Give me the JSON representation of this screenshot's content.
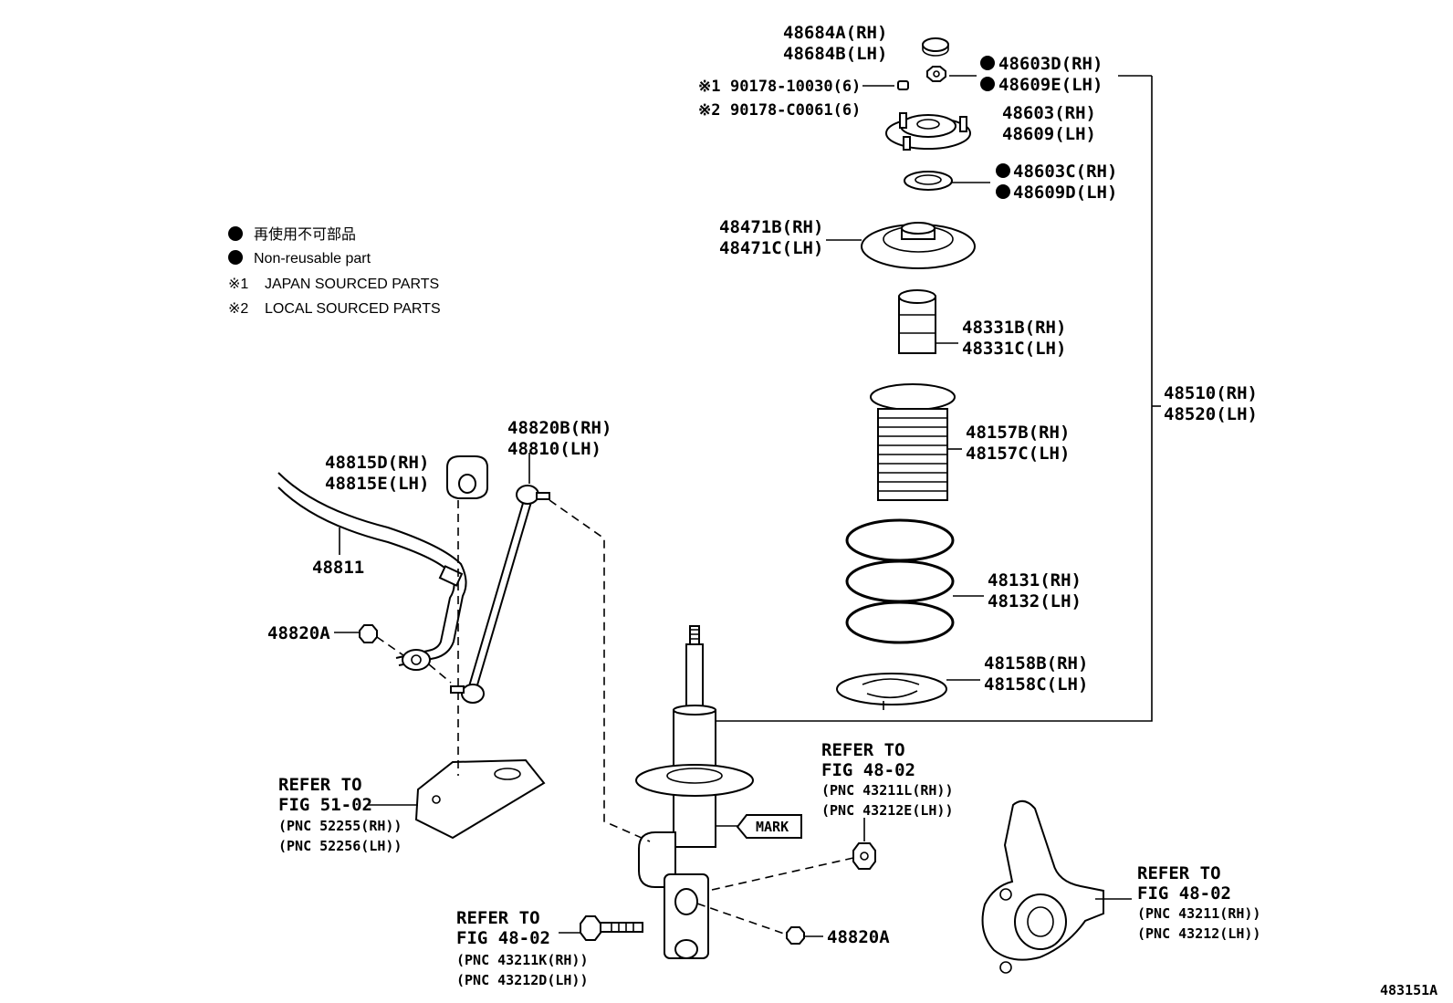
{
  "legend": {
    "non_reusable_jp": "再使用不可部品",
    "non_reusable_en": "Non-reusable part",
    "note1_mark": "※1",
    "note1_text": "JAPAN SOURCED PARTS",
    "note2_mark": "※2",
    "note2_text": "LOCAL SOURCED PARTS"
  },
  "labels": {
    "cap_rh": "48684A(RH)",
    "cap_lh": "48684B(LH)",
    "nut_rh": "48603D(RH)",
    "nut_lh": "48609E(LH)",
    "bolt1_mark": "※1",
    "bolt1": "90178-10030(6)",
    "bolt2_mark": "※2",
    "bolt2": "90178-C0061(6)",
    "support_rh": "48603(RH)",
    "support_lh": "48609(LH)",
    "bearing_rh": "48603C(RH)",
    "bearing_lh": "48609D(LH)",
    "seat_rh": "48471B(RH)",
    "seat_lh": "48471C(LH)",
    "bumper_rh": "48331B(RH)",
    "bumper_lh": "48331C(LH)",
    "boot_rh": "48157B(RH)",
    "boot_lh": "48157C(LH)",
    "spring_rh": "48131(RH)",
    "spring_lh": "48132(LH)",
    "insulator_rh": "48158B(RH)",
    "insulator_lh": "48158C(LH)",
    "strut_rh": "48510(RH)",
    "strut_lh": "48520(LH)",
    "link_rh": "48820B(RH)",
    "link_lh": "48810(LH)",
    "bushing_rh": "48815D(RH)",
    "bushing_lh": "48815E(LH)",
    "stabilizer": "48811",
    "stab_nut": "48820A",
    "lower_nut": "48820A",
    "mark": "MARK",
    "ref_51_1": "REFER TO",
    "ref_51_2": "FIG 51-02",
    "ref_51_3": "(PNC 52255(RH))",
    "ref_51_4": "(PNC 52256(LH))",
    "ref_bolt_1": "REFER TO",
    "ref_bolt_2": "FIG 48-02",
    "ref_bolt_3": "(PNC 43211K(RH))",
    "ref_bolt_4": "(PNC 43212D(LH))",
    "ref_nut_1": "REFER TO",
    "ref_nut_2": "FIG 48-02",
    "ref_nut_3": "(PNC 43211L(RH))",
    "ref_nut_4": "(PNC 43212E(LH))",
    "ref_knuckle_1": "REFER TO",
    "ref_knuckle_2": "FIG 48-02",
    "ref_knuckle_3": "(PNC 43211(RH))",
    "ref_knuckle_4": "(PNC 43212(LH))",
    "figure_code": "483151A"
  }
}
